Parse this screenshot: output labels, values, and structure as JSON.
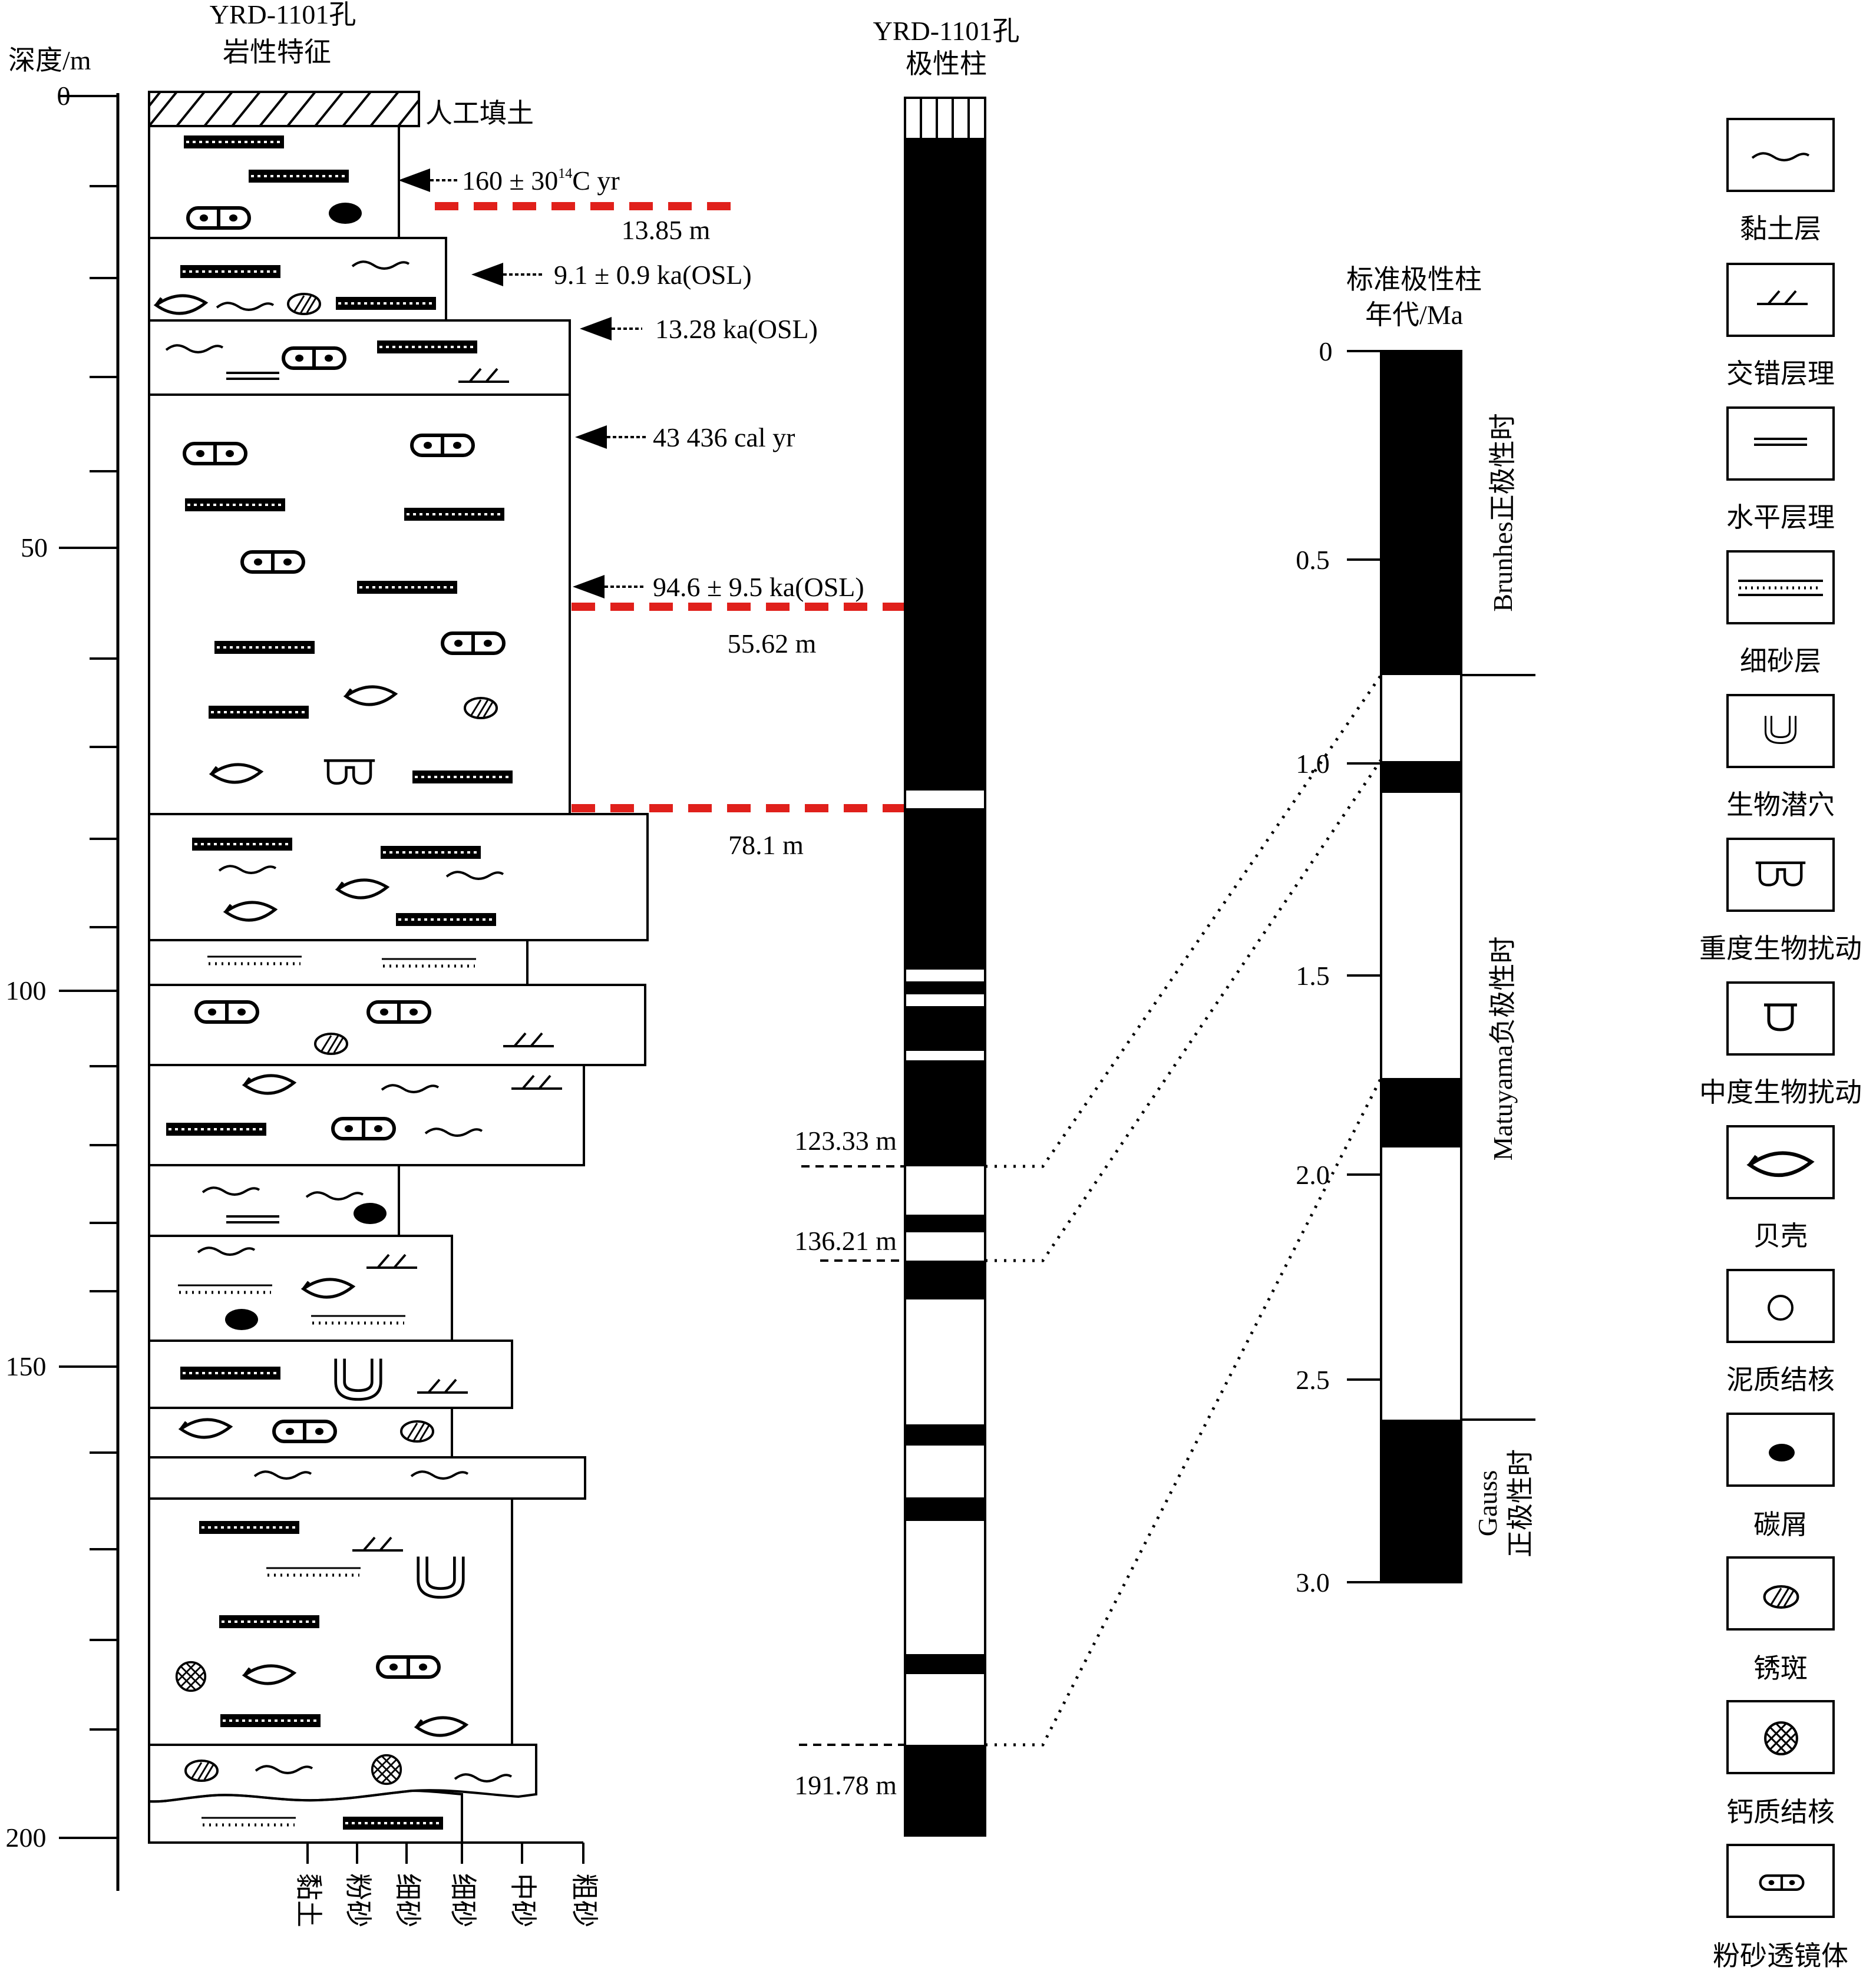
{
  "lithology_column": {
    "title_line1": "YRD-1101孔",
    "title_line2": "岩性特征",
    "depth_axis_label": "深度/m",
    "depth_ticks": [
      "0",
      "50",
      "100",
      "150",
      "200"
    ],
    "fill_label": "人工填土",
    "grain_size_labels": [
      "黏土",
      "粉砂",
      "细砂",
      "细砂",
      "中砂",
      "粗砂"
    ]
  },
  "dating_annotations": [
    {
      "text": "160 ± 30",
      "sup": "14",
      "suffix": "C yr"
    },
    {
      "text": "9.1 ± 0.9 ka(OSL)"
    },
    {
      "text": "13.28 ka(OSL)"
    },
    {
      "text": "43 436 cal yr"
    },
    {
      "text": "94.6 ± 9.5 ka(OSL)"
    }
  ],
  "boundary_depths": [
    "13.85 m",
    "55.62 m",
    "78.1 m"
  ],
  "polarity_column": {
    "title_line1": "YRD-1101孔",
    "title_line2": "极性柱",
    "depth_labels": [
      "123.33 m",
      "136.21 m",
      "191.78 m"
    ]
  },
  "standard_column": {
    "title_line1": "标准极性柱",
    "title_line2": "年代/Ma",
    "age_ticks": [
      "0",
      "0.5",
      "1.0",
      "1.5",
      "2.0",
      "2.5",
      "3.0"
    ],
    "chron_brunhes": "Brunhes正极性时",
    "chron_matuyama": "Matuyama负极性时",
    "chron_gauss_line1": "Gauss",
    "chron_gauss_line2": "正极性时"
  },
  "legend": [
    {
      "label": "黏土层",
      "icon": "clay-layer"
    },
    {
      "label": "交错层理",
      "icon": "cross-bedding"
    },
    {
      "label": "水平层理",
      "icon": "horizontal-bedding"
    },
    {
      "label": "细砂层",
      "icon": "fine-sand-layer"
    },
    {
      "label": "生物潜穴",
      "icon": "burrow"
    },
    {
      "label": "重度生物扰动",
      "icon": "heavy-bioturbation"
    },
    {
      "label": "中度生物扰动",
      "icon": "moderate-bioturbation"
    },
    {
      "label": "贝壳",
      "icon": "shell"
    },
    {
      "label": "泥质结核",
      "icon": "mud-nodule"
    },
    {
      "label": "碳屑",
      "icon": "carbon-debris"
    },
    {
      "label": "锈斑",
      "icon": "rust-spot"
    },
    {
      "label": "钙质结核",
      "icon": "calcareous-nodule"
    },
    {
      "label": "粉砂透镜体",
      "icon": "silt-lens"
    }
  ],
  "colors": {
    "ink": "#000000",
    "boundary": "#e0201b",
    "paper": "#ffffff"
  }
}
